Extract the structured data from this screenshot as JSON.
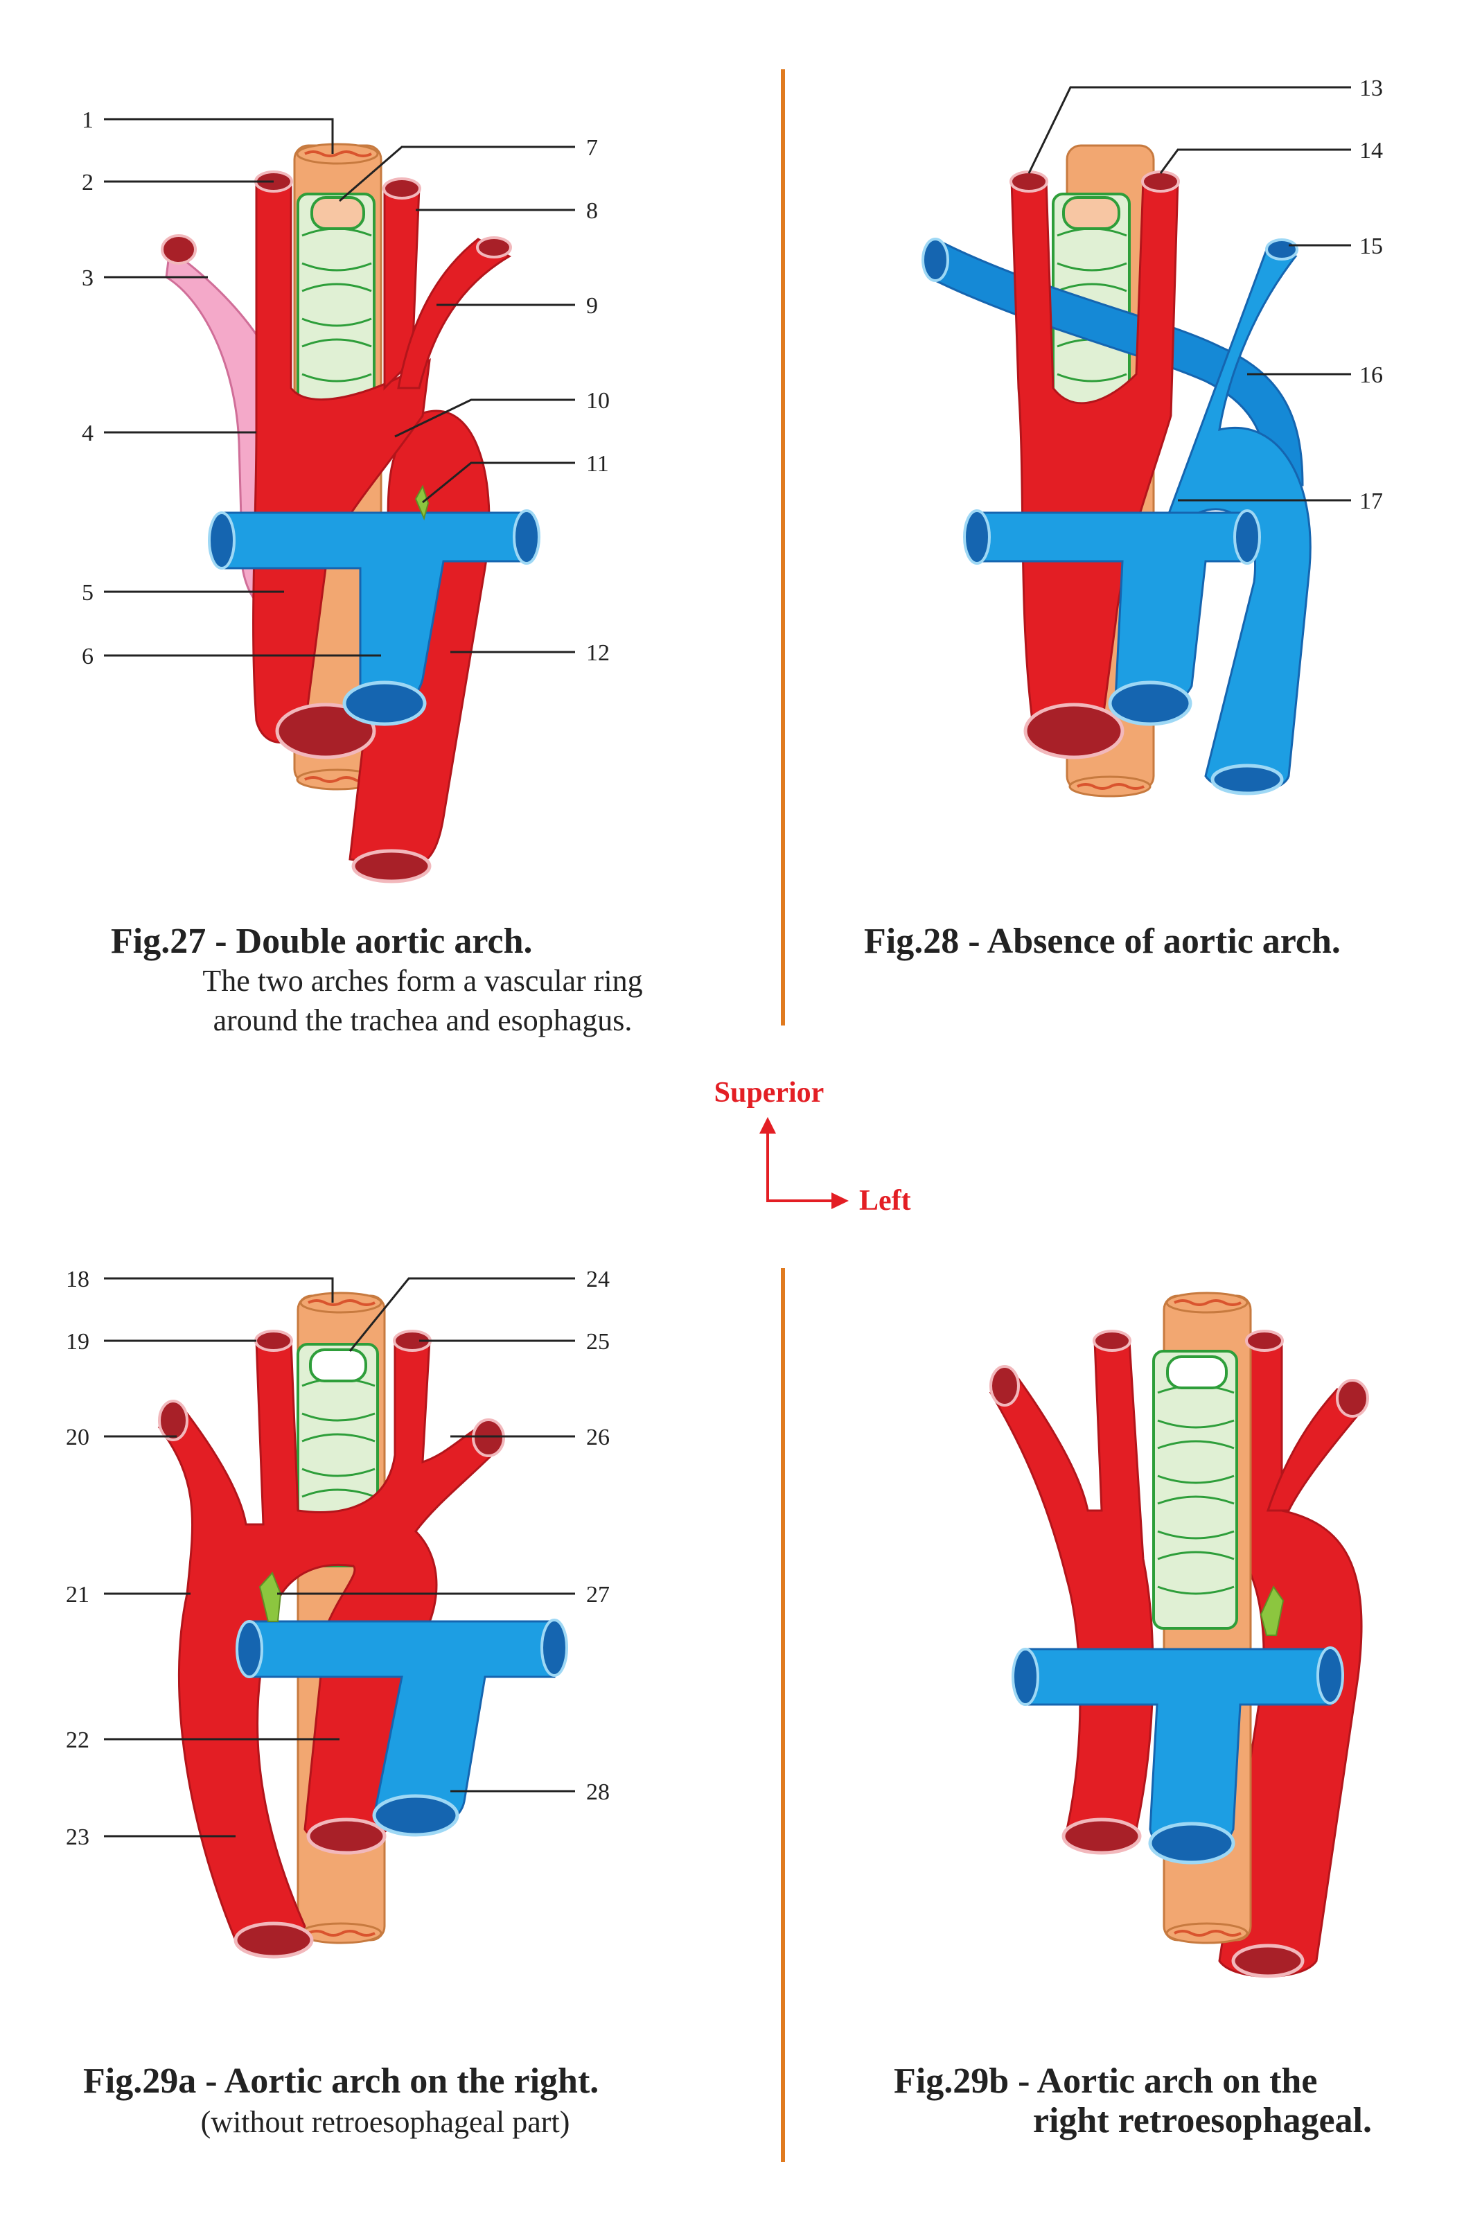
{
  "colors": {
    "artery": "#e31e24",
    "artery_dark": "#b3151b",
    "artery_lumen": "#a82028",
    "artery_rim": "#f2b8bc",
    "vein": "#1d9ee3",
    "vein_dark": "#1565b0",
    "vein_rim": "#9ed8f5",
    "trachea_fill": "#e0f0d4",
    "trachea_ring": "#2e9e3a",
    "esophagus": "#f2a771",
    "esophagus_lumen": "#d9542e",
    "pink_arch": "#f4a9c9",
    "ligament": "#8cc63f",
    "divider": "#e07a1f",
    "orientation": "#e31e24",
    "text": "#222222"
  },
  "figures": [
    {
      "id": "fig27",
      "title": "Fig.27 - Double aortic arch.",
      "subtitle_lines": [
        "The two arches form a vascular ring",
        "around the trachea and esophagus."
      ],
      "labels": [
        "1",
        "2",
        "3",
        "4",
        "5",
        "6",
        "7",
        "8",
        "9",
        "10",
        "11",
        "12"
      ]
    },
    {
      "id": "fig28",
      "title": "Fig.28 - Absence of aortic arch.",
      "labels": [
        "13",
        "14",
        "15",
        "16",
        "17"
      ]
    },
    {
      "id": "fig29a",
      "title": "Fig.29a - Aortic arch on the right.",
      "subtitle_lines": [
        "(without retroesophageal part)"
      ],
      "labels": [
        "18",
        "19",
        "20",
        "21",
        "22",
        "23",
        "24",
        "25",
        "26",
        "27",
        "28"
      ]
    },
    {
      "id": "fig29b",
      "title_lines": [
        "Fig.29b - Aortic arch on the",
        "right retroesophageal."
      ]
    }
  ],
  "orientation": {
    "superior": "Superior",
    "left": "Left"
  }
}
